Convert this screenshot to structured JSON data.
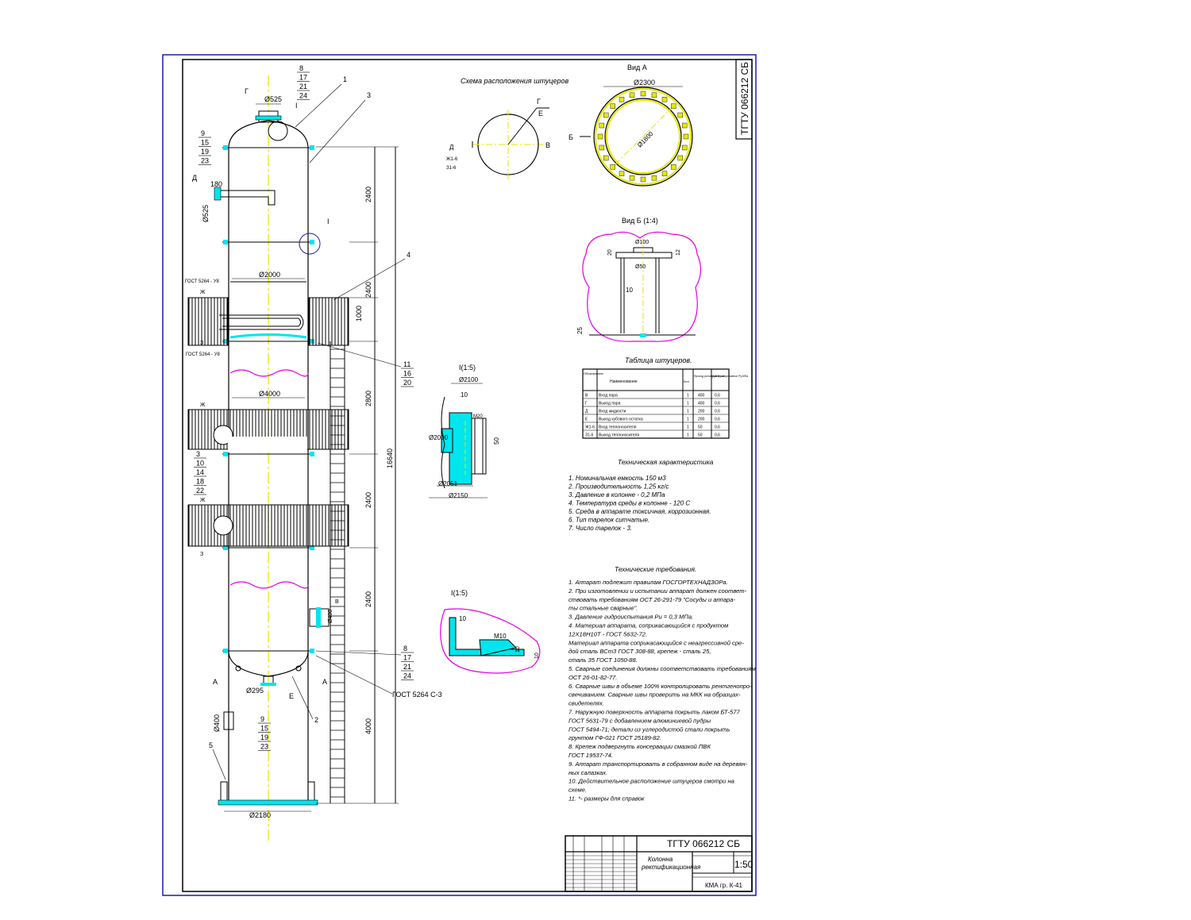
{
  "stamp": {
    "code": "ТГТУ 066212 СБ",
    "title_line1": "Колонна",
    "title_line2": "ректификационная",
    "scale": "1:50",
    "org": "КМА  гр. К-41"
  },
  "views": {
    "scheme_title": "Схема расположения штуцеров",
    "view_a": "Вид А",
    "view_b": "Вид Б (1:4)",
    "node_1": "I(1:5)",
    "node_2": "I(1:5)",
    "nozzle_table_title": "Таблица штуцеров."
  },
  "nozzle_table": {
    "headers": [
      "Обозначение",
      "Наименование",
      "Кол",
      "Проход условный Dy,мм",
      "Давление условное Py,МПа"
    ],
    "rows": [
      {
        "mark": "В",
        "name": "Вход пара",
        "qty": "1",
        "dn": "400",
        "pn": "0,6"
      },
      {
        "mark": "Г",
        "name": "Выход пара",
        "qty": "1",
        "dn": "400",
        "pn": "0,6"
      },
      {
        "mark": "Д",
        "name": "Вход жидкости",
        "qty": "1",
        "dn": "200",
        "pn": "0,6"
      },
      {
        "mark": "Е",
        "name": "Выход кубового остатка",
        "qty": "1",
        "dn": "200",
        "pn": "0,6"
      },
      {
        "mark": "Ж1-6",
        "name": "Вход теплоносителя",
        "qty": "1",
        "dn": "50",
        "pn": "0,6"
      },
      {
        "mark": "З1-6",
        "name": "Выход теплоносителя",
        "qty": "1",
        "dn": "50",
        "pn": "0,6"
      }
    ]
  },
  "tech_char": {
    "title": "Техническая характеристика",
    "items": [
      "1. Номинальная емкость 150 м3",
      "2. Производительность 1,25 кг/с",
      "3. Давление в колонне - 0,2 МПа",
      "4. Температура среды в колонне - 120 С",
      "5. Среда в аппарате токсичная, коррозионная.",
      "6. Тип тарелок ситчатые.",
      "7. Число тарелок - 3."
    ]
  },
  "tech_req": {
    "title": "Технические требования.",
    "lines": [
      "1. Аппарат подлежит правилам ГОСГОРТЕХНАДЗОРа.",
      "2. При изготовлении и испытании аппарат должен соответ-",
      "    ствовать требованиям ОСТ 26-291-79 \"Сосуды и аппара-",
      "    ты стальные сварные\".",
      "3. Давление гидроиспытания Pи = 0,3 МПа.",
      "4. Материал аппарата, соприкасающийся с продуктом",
      "    12Х18Н10Т - ГОСТ 5632-72.",
      "    Материал аппарата соприкасающийся с неагрессивной сре-",
      "    дой сталь ВСт3 ГОСТ 308-88, крепеж - сталь 25,",
      "    сталь 35 ГОСТ 1050-88.",
      "5. Сварные соединения должны соответствовать требованиям",
      "    ОСТ 26-01-82-77.",
      "6. Сварные швы в объеме 100% контролировать рентгенопро-",
      "    свечиванием. Сварные швы проверить на МКК на образцах-",
      "    свидетелях.",
      "7. Наружную поверхность аппарата покрыть лаком БТ-577",
      "    ГОСТ 5631-79 с добавлением алюминиевой пудры",
      "    ГОСТ 5494-71; детали из углеродистой стали покрыть",
      "    грунтом ГФ-021 ГОСТ 25189-82.",
      "8. Крепеж подвергнуть консервации смазкой ПВК",
      "    ГОСТ 19537-74.",
      "9. Аппарат транспортировать в собранном виде на деревян-",
      "    ных салазках.",
      "10. Действительное расположение штуцеров смотри на",
      "    схеме.",
      "11. *- размеры для справок"
    ]
  },
  "dims": {
    "d525_top": "Ø525",
    "d2000": "Ø2000",
    "d4000": "Ø4000",
    "d2180": "Ø2180",
    "d295": "Ø295",
    "d400": "Ø400",
    "d525_side": "Ø525",
    "d180": "180",
    "h2400a": "2400",
    "h2400b": "2400",
    "h1000": "1000",
    "h2800": "2800",
    "h2400c": "2400",
    "h2400d": "2400",
    "h4000": "4000",
    "h16640": "16640",
    "d2300": "Ø2300",
    "d1800": "Ø1800",
    "d100": "Ø100",
    "d50": "Ø50",
    "v10": "10",
    "v25": "25",
    "v20": "20",
    "v12": "12",
    "n1_d2100": "Ø2100",
    "n1_d2000": "Ø2000",
    "n1_d2051": "Ø2051",
    "n1_d2150": "Ø2150",
    "n1_10": "10",
    "n1_50": "50",
    "n1_m20": "M20",
    "n2_10": "10",
    "n2_m10": "M10",
    "n2_10b": "10",
    "n2_10c": "10",
    "d400b": "Ø400"
  },
  "labels": {
    "pos_top": [
      "8",
      "17",
      "21",
      "24"
    ],
    "pos_left": [
      "9",
      "15",
      "19",
      "23"
    ],
    "pos_mid": [
      "11",
      "16",
      "20"
    ],
    "pos_heat": [
      "3",
      "10",
      "14",
      "18",
      "22"
    ],
    "pos_low": [
      "8",
      "17",
      "21",
      "24"
    ],
    "pos_bot": [
      "9",
      "15",
      "19",
      "23"
    ],
    "p1": "1",
    "p2": "2",
    "p3": "3",
    "p4": "4",
    "p5": "5",
    "g": "Г",
    "d": "Д",
    "e": "Е",
    "v": "В",
    "b": "Б",
    "zh": "Ж",
    "z": "З",
    "sec_a1": "А",
    "sec_a2": "А",
    "node_mark": "I",
    "node_mark2": "I",
    "gost1": "ГОСТ 5264 - У8",
    "gost2": "ГОСТ 5264 - У8",
    "gost3": "ГОСТ 5264 С-3",
    "vtag": "В",
    "zh16": "Ж1-6",
    "z16": "З1-6"
  },
  "colors": {
    "frame": "#1a1aa8",
    "cyan": "#00e5ee",
    "yellow": "#e6e600",
    "magenta": "#e000e0",
    "line": "#000000"
  }
}
